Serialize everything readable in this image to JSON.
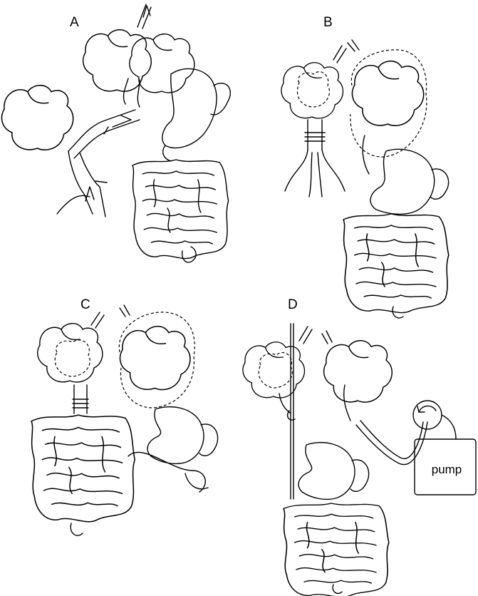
{
  "panels": [
    {
      "id": "A",
      "label": "A"
    },
    {
      "id": "B",
      "label": "B"
    },
    {
      "id": "C",
      "label": "C"
    },
    {
      "id": "D",
      "label": "D"
    }
  ],
  "pump": {
    "label": "pump"
  }
}
